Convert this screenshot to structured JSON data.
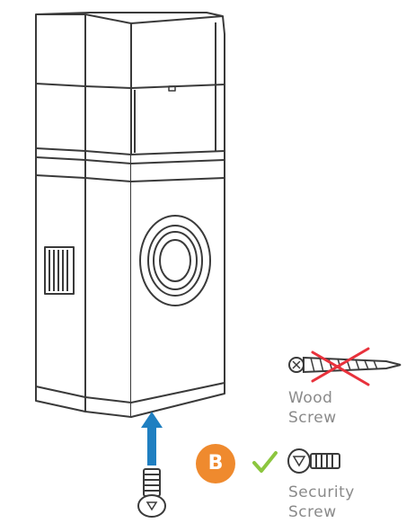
{
  "badge": {
    "letter": "B",
    "color": "#ef8a2e"
  },
  "check": {
    "icon": "checkmark-icon",
    "color": "#8cc63f"
  },
  "arrow": {
    "icon": "arrow-up-icon",
    "color": "#1f7fc1"
  },
  "cross": {
    "icon": "cross-out-icon",
    "color": "#e8323c"
  },
  "screws": {
    "wood": {
      "line1": "Wood",
      "line2": "Screw",
      "allowed": false
    },
    "security": {
      "line1": "Security",
      "line2": "Screw",
      "allowed": true
    }
  }
}
